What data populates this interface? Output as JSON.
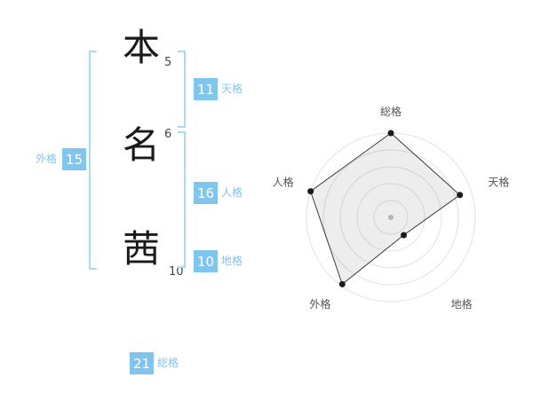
{
  "page": {
    "background": "#ffffff"
  },
  "name": {
    "characters": [
      {
        "char": "本",
        "strokes": "5"
      },
      {
        "char": "名",
        "strokes": "6"
      },
      {
        "char": "茜",
        "strokes": "10"
      }
    ]
  },
  "scores": {
    "tenkaku": {
      "value": "11",
      "label": "天格"
    },
    "jinkaku": {
      "value": "16",
      "label": "人格"
    },
    "chikaku": {
      "value": "10",
      "label": "地格"
    },
    "gaikaku": {
      "value": "15",
      "label": "外格"
    },
    "soukaku": {
      "value": "21",
      "label": "総格"
    }
  },
  "colors": {
    "accent": "#7fc5ee",
    "bracket": "#a9d9f4"
  },
  "chart_data": {
    "type": "radar",
    "title": "",
    "categories": [
      "総格",
      "天格",
      "地格",
      "外格",
      "人格"
    ],
    "values": [
      5,
      4.3,
      1.3,
      4.9,
      5
    ],
    "max": 5,
    "rings": 5,
    "start_angle_deg": 90,
    "direction": "clockwise",
    "legend": "off",
    "styles": {
      "ring_color": "#e2e2e2",
      "polygon_fill": "rgba(0,0,0,0.07)",
      "polygon_stroke": "#3a3a3a",
      "point_color": "#1a1a1a",
      "label_color": "#555555",
      "center_dot_color": "#b5b5b5"
    }
  }
}
